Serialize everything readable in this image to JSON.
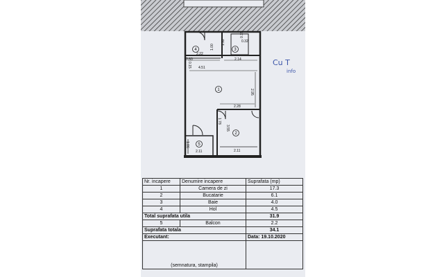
{
  "plan": {
    "room_numbers": [
      "1",
      "2",
      "3",
      "4",
      "5"
    ],
    "dimensions": [
      "2.22",
      "2.14",
      "4.51",
      "2.95",
      "2.28",
      "1.78",
      "3.55",
      "2.11",
      "2.11",
      "1.06",
      "0.60",
      "0.15",
      "1.92",
      "1.00",
      "0.32",
      "0.15"
    ]
  },
  "table": {
    "headers": [
      "Nr. incapere",
      "Denumire incapere",
      "Suprafata (mp)"
    ],
    "rooms": [
      {
        "nr": "1",
        "name": "Camera de zi",
        "area": "17.3"
      },
      {
        "nr": "2",
        "name": "Bucatarie",
        "area": "6.1"
      },
      {
        "nr": "3",
        "name": "Baie",
        "area": "4.0"
      },
      {
        "nr": "4",
        "name": "Hol",
        "area": "4.5"
      }
    ],
    "total_util_label": "Total suprafata utila",
    "total_util_value": "31.9",
    "balcon": {
      "nr": "5",
      "name": "Balcon",
      "area": "2.2"
    },
    "total_label": "Suprafata totala",
    "total_value": "34.1",
    "executant_label": "Executant:",
    "date_label": "Data: 19.10.2020",
    "signature_label": "(semnatura, stampila)"
  },
  "handwriting": {
    "line1": "Cu T",
    "line2": "info"
  }
}
